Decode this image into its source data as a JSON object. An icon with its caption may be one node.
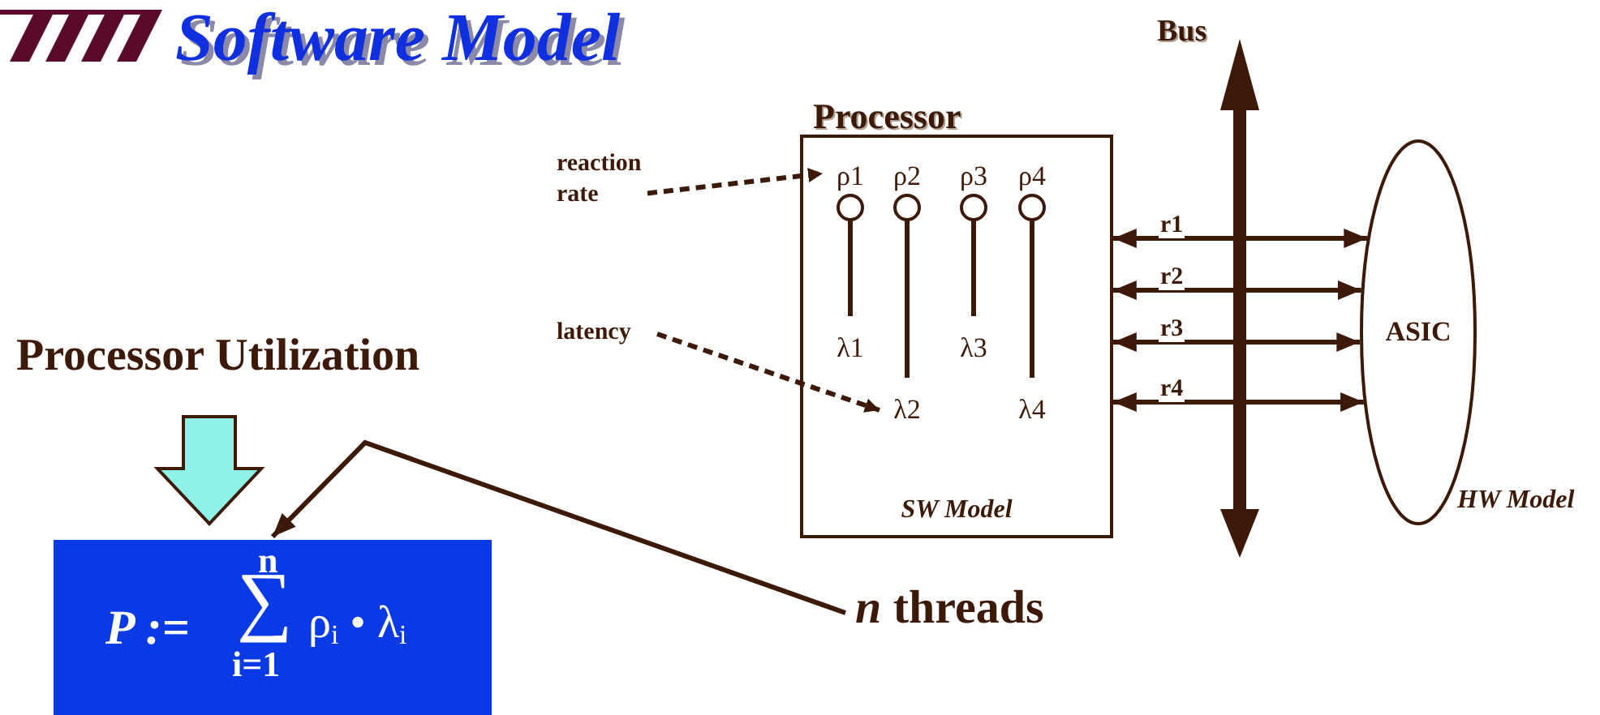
{
  "diagram": {
    "title": "Software Model",
    "nodes": [
      {
        "text": [
          "Processor",
          "SW Model"
        ]
      },
      {
        "text": [
          "ρ1",
          "λ1"
        ],
        "in": 0
      },
      {
        "text": [
          "ρ2",
          "λ2"
        ],
        "in": 0
      },
      {
        "text": [
          "ρ3",
          "λ3"
        ],
        "in": 0
      },
      {
        "text": [
          "ρ4",
          "λ4"
        ],
        "in": 0
      },
      {
        "text": [
          "ASIC"
        ],
        "beside": [
          "HW Model"
        ]
      },
      {
        "text": [
          "reaction rate"
        ]
      },
      {
        "text": [
          "latency"
        ]
      },
      {
        "text": [
          "Processor Utilization"
        ]
      },
      {
        "text": [
          "P :=",
          "n",
          "∑",
          "i=1",
          "ρ$_{i}$ • λ$_{i}$"
        ]
      },
      {
        "text": [
          "*n* threads"
        ]
      }
    ],
    "edges": [
      {
        "from": 6,
        "to": 1,
        "arrow": "to",
        "style": "dashed"
      },
      {
        "from": 7,
        "to": 2,
        "arrow": "to",
        "style": "dashed"
      },
      {
        "from": 8,
        "to": 9,
        "arrow": "to",
        "style": "thick",
        "color": "#8ef2e6"
      },
      {
        "from": 10,
        "to": 9,
        "arrow": "to"
      },
      {
        "from": 0,
        "to": 5,
        "arrow": "both",
        "label": "r1"
      },
      {
        "from": 0,
        "to": 5,
        "arrow": "both",
        "label": "r2"
      },
      {
        "from": 0,
        "to": 5,
        "arrow": "both",
        "label": "r3"
      },
      {
        "from": 0,
        "to": 5,
        "arrow": "both",
        "label": "r4"
      }
    ],
    "labels": [
      "Bus"
    ]
  }
}
